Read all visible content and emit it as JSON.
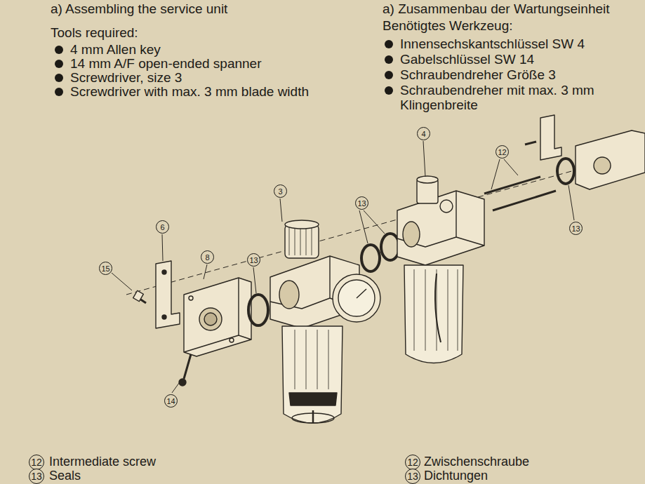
{
  "diagram": {
    "nodes": [
      {
        "text": [
          "4"
        ]
      },
      {
        "text": [
          "12"
        ]
      },
      {
        "text": [
          "3"
        ]
      },
      {
        "text": [
          "13"
        ]
      },
      {
        "text": [
          "6"
        ]
      },
      {
        "text": [
          "13"
        ]
      },
      {
        "text": [
          "8"
        ]
      },
      {
        "text": [
          "13"
        ]
      },
      {
        "text": [
          "15"
        ]
      },
      {
        "text": [
          "14"
        ]
      },
      {
        "text": [
          "12"
        ]
      },
      {
        "text": [
          "12"
        ]
      },
      {
        "text": [
          "13"
        ]
      },
      {
        "text": [
          "13"
        ]
      }
    ],
    "labels": [
      "a) Assembling the service unit",
      "Tools required:",
      "4 mm Allen key",
      "14 mm A/F open-ended spanner",
      "Screwdriver, size 3",
      "Screwdriver with max. 3 mm blade width",
      "a) Zusammenbau der Wartungseinheit",
      "Benötigtes Werkzeug:",
      "Innensechskantschlüssel SW 4",
      "Gabelschlüssel SW 14",
      "Schraubendreher Größe 3",
      "Schraubendreher mit max. 3 mm Klingenbreite",
      "Intermediate screw",
      "Seals",
      "Zwischenschraube",
      "Dichtungen"
    ]
  }
}
